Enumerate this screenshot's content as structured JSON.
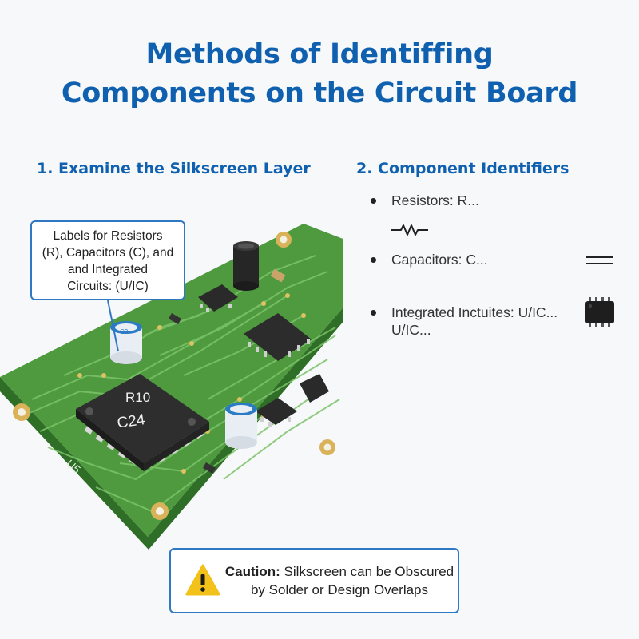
{
  "title": {
    "line1": "Methods of Identiffing",
    "line2": "Components on the Circuit Board"
  },
  "section1": {
    "heading": "1. Examine the Silkscreen Layer",
    "callout": {
      "line1": "Labels for Resistors",
      "line2": "(R), Capacitors (C), and",
      "line3": "and Integrated",
      "line4": "Circuits: (U/IC)"
    },
    "board_labels": {
      "chip_label_1": "R10",
      "chip_label_2": "C24",
      "silkscreen_label": "U5",
      "capacitor_marking": "C3"
    },
    "board_color": "#4f9a3e"
  },
  "section2": {
    "heading": "2. Component Identifiers",
    "items": [
      {
        "label": "Resistors: R...",
        "symbol": "resistor-icon"
      },
      {
        "label": "Capacitors: C...",
        "symbol": "capacitor-icon"
      },
      {
        "label_line1": "Integrated Inctuites: U/IC...",
        "label_line2": "U/IC...",
        "symbol": "ic-chip-icon"
      }
    ]
  },
  "caution": {
    "bold": "Caution:",
    "text": " Silkscreen can be Obscured by Solder or Design Overlaps",
    "icon": "warning-icon"
  },
  "colors": {
    "accent": "#1060b0",
    "border": "#2f78c4",
    "warning": "#f2c21b"
  }
}
